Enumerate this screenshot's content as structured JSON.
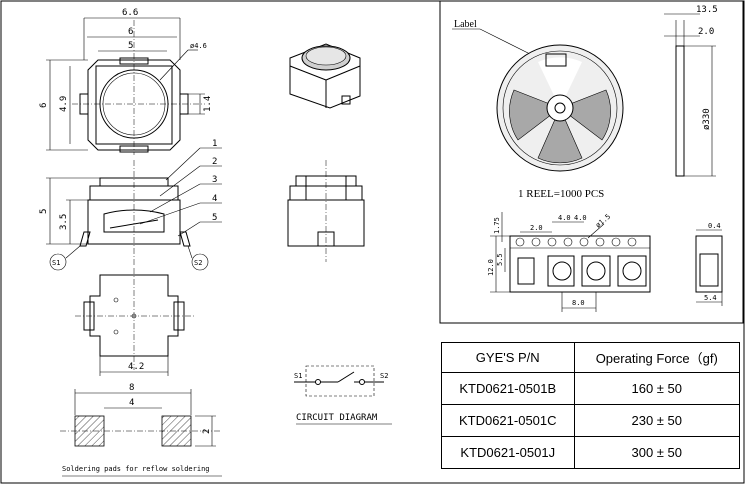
{
  "top_view": {
    "dim_overall": "6.6",
    "dim_inner": "6",
    "dim_body": "5",
    "dim_cap": "ø4.6",
    "dim_height_left": "6",
    "dim_height_inner": "4.9",
    "dim_tab": "1.4"
  },
  "side_view": {
    "dim_total": "5",
    "dim_body": "3.5",
    "callouts": [
      "1",
      "2",
      "3",
      "4",
      "5"
    ],
    "terminal_s1": "S1",
    "terminal_s2": "S2"
  },
  "bottom_view": {
    "dim_width": "4.2"
  },
  "soldering": {
    "dim_outer": "8",
    "dim_inner": "4",
    "dim_pad": "2",
    "caption": "Soldering pads for reflow soldering"
  },
  "circuit": {
    "label_s1": "S1",
    "label_s2": "S2",
    "caption": "CIRCUIT DIAGRAM"
  },
  "reel": {
    "label": "Label",
    "dim_width_outer": "13.5",
    "dim_width_inner": "2.0",
    "dim_diameter": "ø330",
    "caption": "1 REEL=1000 PCS"
  },
  "tape": {
    "dim_hole_pitch": "4.0",
    "dim_hole_pitch2": "4.0",
    "dim_a": "2.0",
    "dim_edge": "1.75",
    "dim_hole_dia": "ø1.5",
    "dim_width": "12.0",
    "dim_center": "5.5",
    "dim_pitch": "8.0",
    "dim_thickness": "0.4",
    "dim_depth": "5.4"
  },
  "part_table": {
    "headers": [
      "GYE'S P/N",
      "Operating Force（gf)"
    ],
    "rows": [
      [
        "KTD0621-0501B",
        "160 ± 50"
      ],
      [
        "KTD0621-0501C",
        "230 ± 50"
      ],
      [
        "KTD0621-0501J",
        "300 ± 50"
      ]
    ]
  }
}
